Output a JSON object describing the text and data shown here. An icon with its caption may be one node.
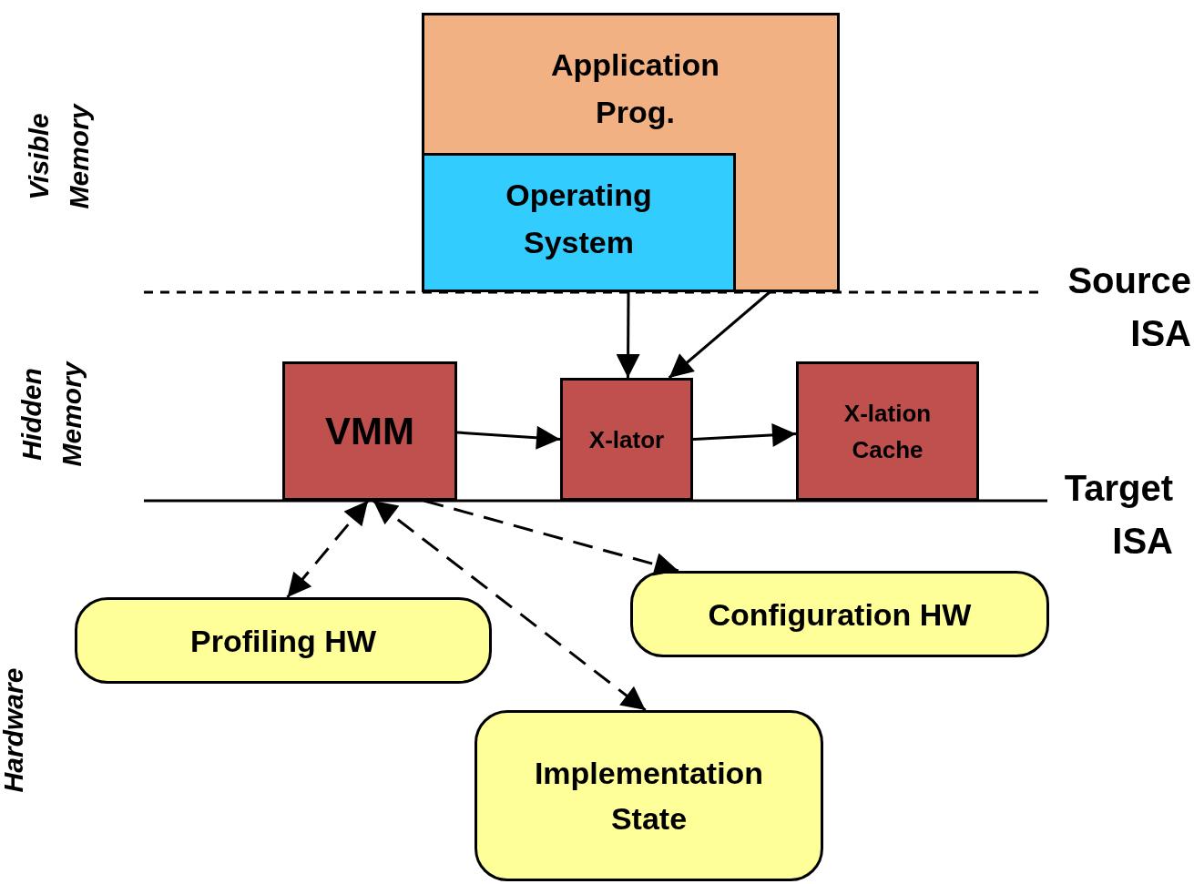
{
  "diagram": {
    "nodes": [
      {
        "text": [
          "Application Prog."
        ]
      },
      {
        "text": [
          "Operating System"
        ],
        "in": 0
      },
      {
        "text": [
          "VMM"
        ]
      },
      {
        "text": [
          "X-lator"
        ]
      },
      {
        "text": [
          "X-lation Cache"
        ]
      },
      {
        "text": [
          "Profiling HW"
        ]
      },
      {
        "text": [
          "Configuration HW"
        ]
      },
      {
        "text": [
          "Implementation State"
        ]
      }
    ],
    "edges": [
      {
        "from": 1,
        "to": 3,
        "arrow": "to"
      },
      {
        "from": 0,
        "to": 3,
        "arrow": "to"
      },
      {
        "from": 2,
        "to": 3,
        "arrow": "to"
      },
      {
        "from": 3,
        "to": 4,
        "arrow": "to"
      },
      {
        "from": 2,
        "to": 5,
        "arrow": "both",
        "style": "dashed"
      },
      {
        "from": 2,
        "to": 6,
        "arrow": "to",
        "style": "dashed"
      },
      {
        "from": 2,
        "to": 7,
        "arrow": "both",
        "style": "dashed"
      }
    ],
    "labels": [
      "Visible Memory",
      "Hidden Memory",
      "Hardware",
      "Source ISA",
      "Target ISA"
    ]
  }
}
